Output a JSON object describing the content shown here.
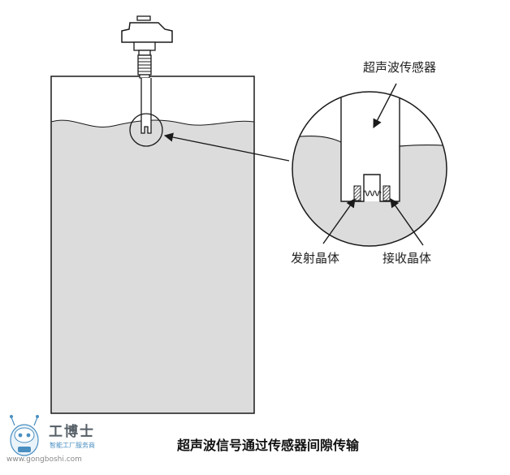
{
  "labels": {
    "sensor": "超声波传感器",
    "emitter": "发射晶体",
    "receiver": "接收晶体"
  },
  "caption": "超声波信号通过传感器间隙传输",
  "watermark": {
    "brand": "工博士",
    "tagline": "智能工厂服务商",
    "url": "www.gongboshi.com"
  },
  "colors": {
    "liquid": "#dcdcdc",
    "line": "#1a1a1a",
    "brand_blue": "#4a8fc1"
  }
}
